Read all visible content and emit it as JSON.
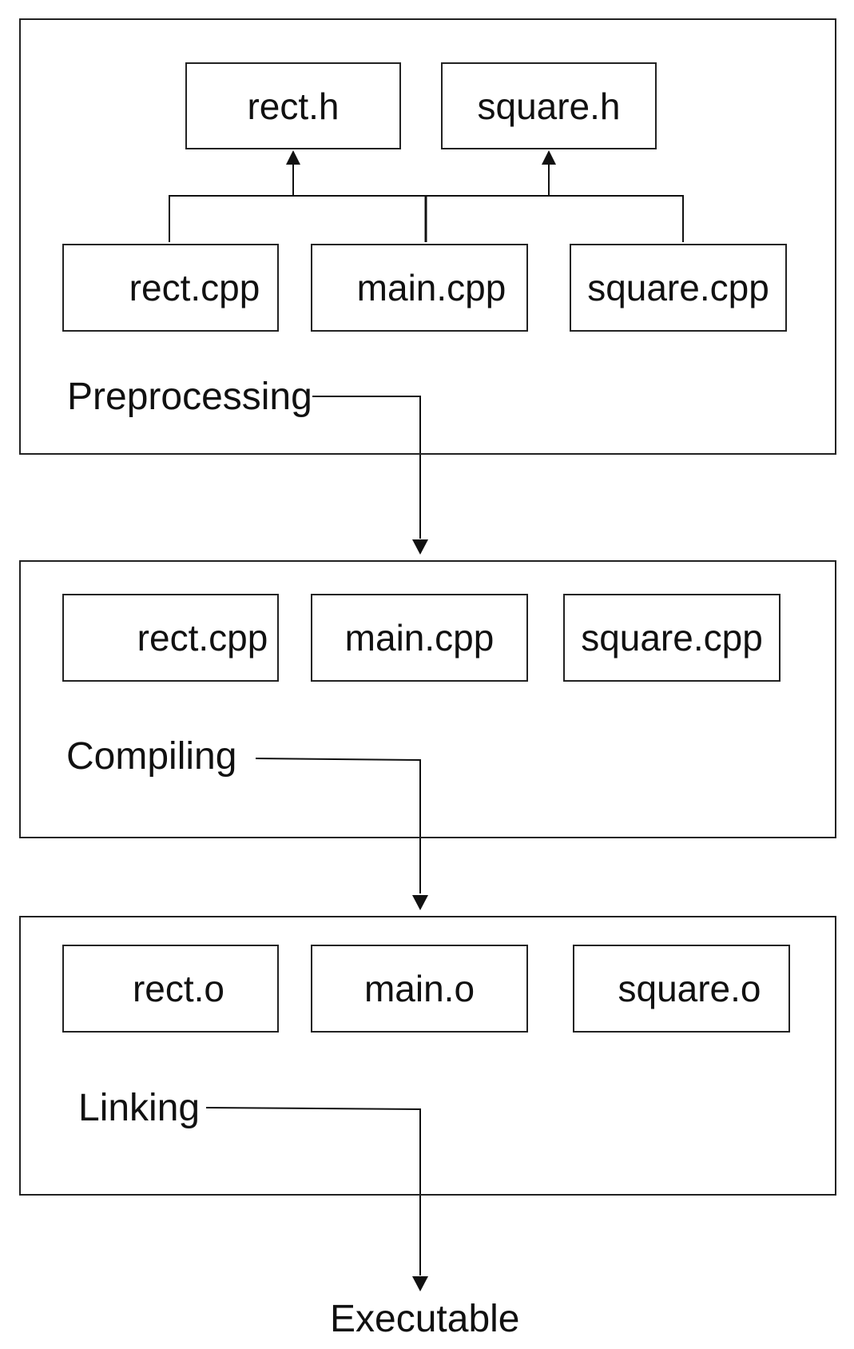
{
  "stages": {
    "preprocessing": {
      "label": "Preprocessing",
      "headers": [
        "rect.h",
        "square.h"
      ],
      "sources": [
        "rect.cpp",
        "main.cpp",
        "square.cpp"
      ]
    },
    "compiling": {
      "label": "Compiling",
      "sources": [
        "rect.cpp",
        "main.cpp",
        "square.cpp"
      ]
    },
    "linking": {
      "label": "Linking",
      "objects": [
        "rect.o",
        "main.o",
        "square.o"
      ]
    }
  },
  "output": {
    "label": "Executable"
  }
}
